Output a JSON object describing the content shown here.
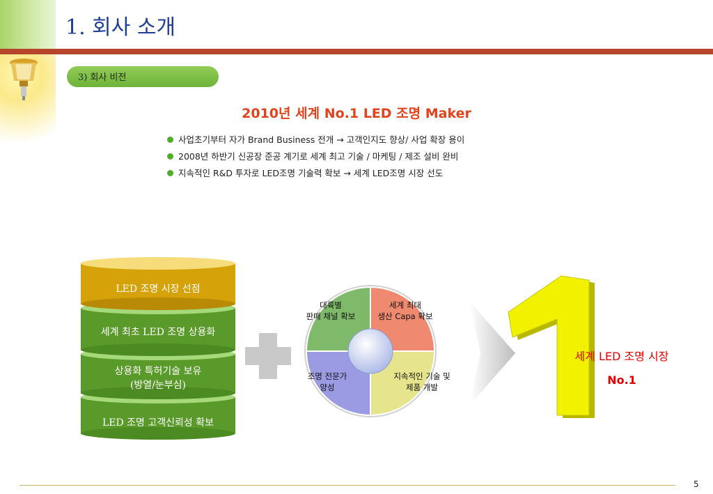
{
  "header": {
    "title": "1. 회사 소개"
  },
  "section": {
    "label": "3) 회사 비전"
  },
  "vision": {
    "title": "2010년 세계 No.1 LED 조명 Maker"
  },
  "bullets": [
    {
      "text": "사업초기부터 자가 Brand Business 전개 → 고객인지도 향상/ 사업 확장 용이"
    },
    {
      "text": "2008년 하반기 신공장 준공 계기로 세계 최고 기술 / 마케팅 / 제조 설비 완비"
    },
    {
      "text": "지속적인 R&D 투자로 LED조명 기술력 확보 → 세계 LED조명 시장 선도"
    }
  ],
  "stack": [
    {
      "line1": "LED 조명 시장 선점",
      "line2": "",
      "color": "#e4b30c"
    },
    {
      "line1": "세계 최초 LED 조명 상용화",
      "line2": "",
      "color": "#68ad33"
    },
    {
      "line1": "상용화 특허기술 보유",
      "line2": "(방열/눈부심)",
      "color": "#68ad33"
    },
    {
      "line1": "LED 조명 고객신뢰성 확보",
      "line2": "",
      "color": "#68ad33"
    }
  ],
  "quadrants": {
    "top_left": {
      "line1": "대륙별",
      "line2": "판매 채널 확보",
      "color": "#7fba6a"
    },
    "top_right": {
      "line1": "세계 최대",
      "line2": "생산 Capa 확보",
      "color": "#ef8a70"
    },
    "bottom_right": {
      "line1": "지속적인 기술 및",
      "line2": "제품 개발",
      "color": "#e6e58e"
    },
    "bottom_left": {
      "line1": "조명 전문가",
      "line2": "양성",
      "color": "#9b9be3"
    }
  },
  "rank": {
    "line1": "세계 LED 조명 시장",
    "line2": "No.1"
  },
  "footer": {
    "page": "5"
  },
  "colors": {
    "accent_red": "#e2431c",
    "rule": "#b5452b",
    "green": "#6db33a",
    "title_blue": "#1f3f97"
  }
}
